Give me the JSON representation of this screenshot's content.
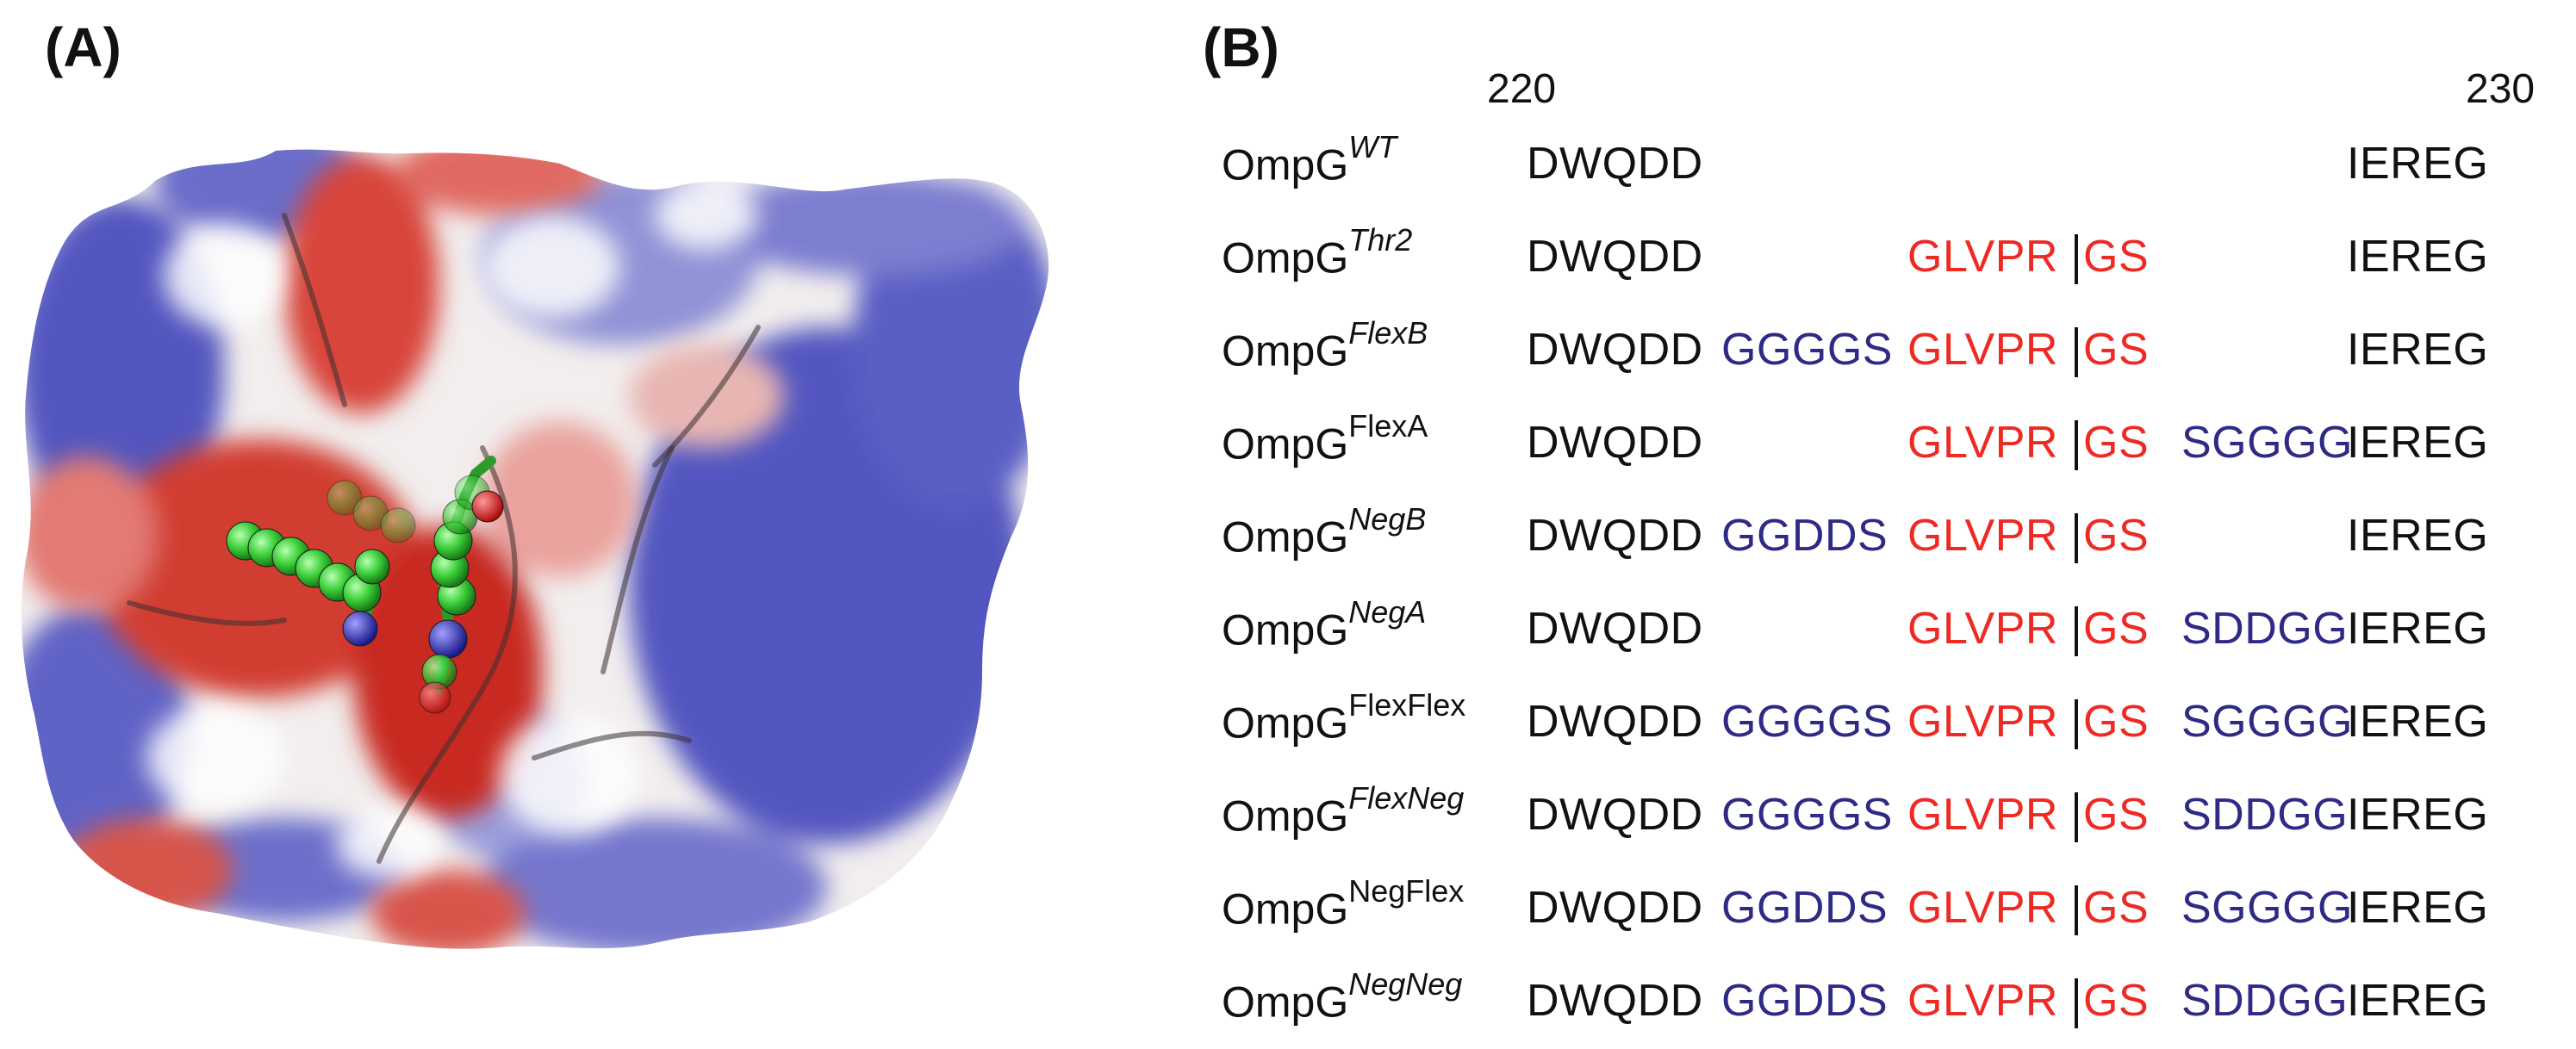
{
  "panels": {
    "a": "(A)",
    "b": "(B)"
  },
  "positions": {
    "start": "220",
    "end": "230"
  },
  "colors": {
    "wt": "#111111",
    "linker": "#2e2a86",
    "thrombin": "#ee2a24",
    "surface_positive": "#5a5fc4",
    "surface_negative": "#d8443a",
    "ligand": "#3ccf3a"
  },
  "rows": [
    {
      "base": "OmpG",
      "sup": "WT",
      "sup_italic": true,
      "n": "DWQDD",
      "lin1": "",
      "thr1": "",
      "thr2": "",
      "lin2": "",
      "c": "IEREG"
    },
    {
      "base": "OmpG",
      "sup": "Thr2",
      "sup_italic": true,
      "n": "DWQDD",
      "lin1": "",
      "thr1": "GLVPR",
      "thr2": "GS",
      "lin2": "",
      "c": "IEREG"
    },
    {
      "base": "OmpG",
      "sup": "FlexB",
      "sup_italic": true,
      "n": "DWQDD",
      "lin1": "GGGGS",
      "thr1": "GLVPR",
      "thr2": "GS",
      "lin2": "",
      "c": "IEREG"
    },
    {
      "base": "OmpG",
      "sup": "FlexA",
      "sup_italic": false,
      "n": "DWQDD",
      "lin1": "",
      "thr1": "GLVPR",
      "thr2": "GS",
      "lin2": "SGGGG",
      "c": "IEREG"
    },
    {
      "base": "OmpG",
      "sup": "NegB",
      "sup_italic": true,
      "n": "DWQDD",
      "lin1": "GGDDS",
      "thr1": "GLVPR",
      "thr2": "GS",
      "lin2": "",
      "c": "IEREG"
    },
    {
      "base": "OmpG",
      "sup": "NegA",
      "sup_italic": true,
      "n": "DWQDD",
      "lin1": "",
      "thr1": "GLVPR",
      "thr2": "GS",
      "lin2": "SDDGG",
      "c": "IEREG"
    },
    {
      "base": "OmpG",
      "sup": "FlexFlex",
      "sup_italic": false,
      "n": "DWQDD",
      "lin1": "GGGGS",
      "thr1": "GLVPR",
      "thr2": "GS",
      "lin2": "SGGGG",
      "c": "IEREG"
    },
    {
      "base": "OmpG",
      "sup": "FlexNeg",
      "sup_italic": true,
      "n": "DWQDD",
      "lin1": "GGGGS",
      "thr1": "GLVPR",
      "thr2": "GS",
      "lin2": "SDDGG",
      "c": "IEREG"
    },
    {
      "base": "OmpG",
      "sup": "NegFlex",
      "sup_italic": false,
      "n": "DWQDD",
      "lin1": "GGDDS",
      "thr1": "GLVPR",
      "thr2": "GS",
      "lin2": "SGGGG",
      "c": "IEREG"
    },
    {
      "base": "OmpG",
      "sup": "NegNeg",
      "sup_italic": true,
      "n": "DWQDD",
      "lin1": "GGDDS",
      "thr1": "GLVPR",
      "thr2": "GS",
      "lin2": "SDDGG",
      "c": "IEREG"
    }
  ]
}
